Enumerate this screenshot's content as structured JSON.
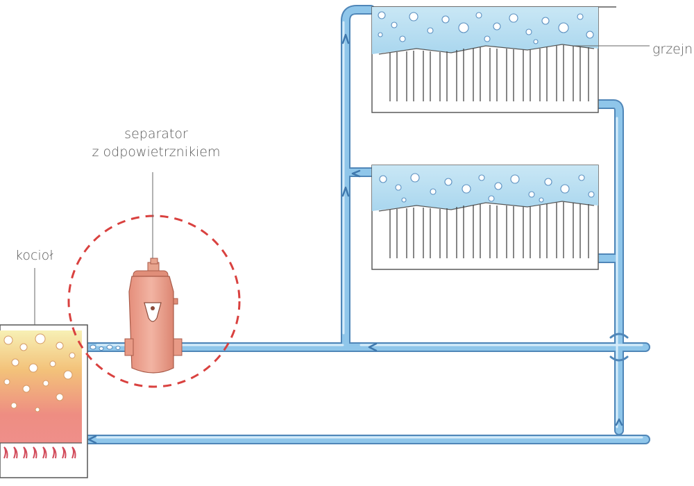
{
  "labels": {
    "separator_line1": "separator",
    "separator_line2": "z odpowietrznikiem",
    "boiler": "kocioł",
    "radiator": "grzejn"
  },
  "colors": {
    "pipe": "#8cc3e8",
    "pipe_edge": "#4f86b8",
    "highlight_circle": "#d9413f",
    "separator_body": "#e99a86",
    "boiler_top": "#f5e9a6",
    "boiler_bottom": "#ef8a84",
    "radiator_air": "#bfe2f3"
  },
  "icons": {
    "separator": "air-separator-icon",
    "boiler": "boiler-icon",
    "radiator": "radiator-icon"
  }
}
